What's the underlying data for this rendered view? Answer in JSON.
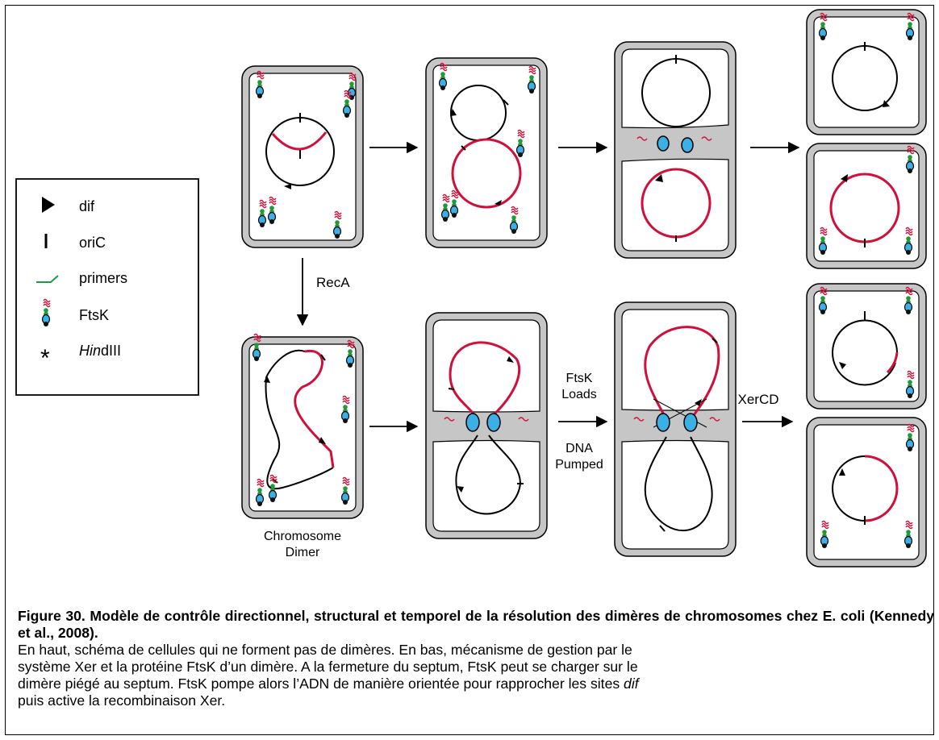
{
  "legend": {
    "items": [
      {
        "icon": "dif-triangle-icon",
        "label": "dif"
      },
      {
        "icon": "oric-bar-icon",
        "label": "oriC"
      },
      {
        "icon": "primer-arrow-icon",
        "label": "primers"
      },
      {
        "icon": "ftsk-protein-icon",
        "label": "FtsK"
      },
      {
        "icon": "asterisk-icon",
        "label_prefix": "Hin",
        "label_suffix": "dIII"
      }
    ]
  },
  "labels": {
    "reca": "RecA",
    "dimer_line1": "Chromosome",
    "dimer_line2": "Dimer",
    "ftsk_loads_line1": "FtsK",
    "ftsk_loads_line2": "Loads",
    "dna_pumped_line1": "DNA",
    "dna_pumped_line2": "Pumped",
    "xercd": "XerCD"
  },
  "caption": {
    "title": "Figure 30. Modèle de contrôle directionnel, structural et temporel de la résolution des dimères de chromosomes chez E. coli (Kennedy et al., 2008).",
    "line1": "En haut, schéma de cellules qui ne forment pas de dimères. En bas, mécanisme de gestion par le",
    "line2": "système Xer et la protéine FtsK d’un dimère. A la fermeture du septum, FtsK peut se charger sur le",
    "line3_pre": "dimère piégé au septum. FtsK pompe alors l’ADN de manière orientée pour rapprocher les sites ",
    "line3_italic": "dif",
    "line4": "puis active la recombinaison Xer."
  },
  "colors": {
    "cell_wall": "#c6c6c6",
    "chromosome_black": "#000000",
    "chromosome_red": "#d0103a",
    "ftsk_blue": "#3bb0e6",
    "primer_green": "#1f9a3a"
  }
}
